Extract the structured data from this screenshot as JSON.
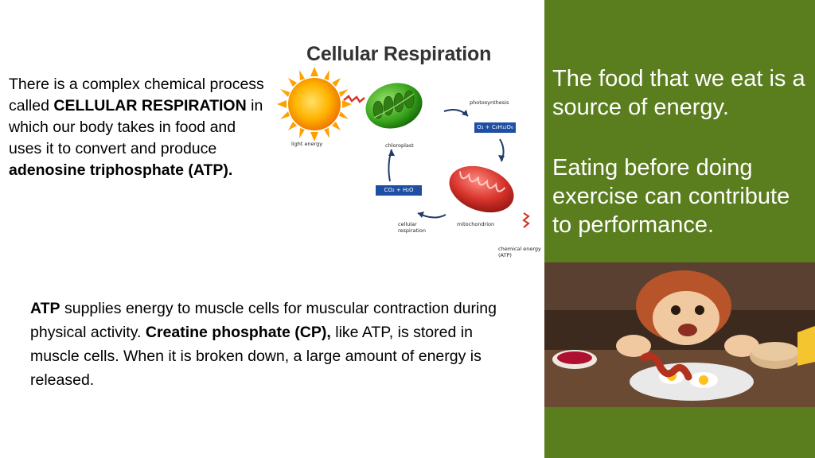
{
  "intro": {
    "t1": "There is a complex chemical process called ",
    "b1": "CELLULAR RESPIRATION",
    "t2": " in which our body takes in food and uses it to convert and produce ",
    "b2": "adenosine triphosphate (ATP)."
  },
  "diagram": {
    "title": "Cellular Respiration",
    "light_energy": "light energy",
    "chloroplast": "chloroplast",
    "photosynthesis": "photosynthesis",
    "glucose_formula": "O₂ + C₆H₁₂O₆",
    "water_formula": "CO₂ + H₂O",
    "mitochondrion": "mitochondrion",
    "cellular_respiration": "cellular respiration",
    "chemical_energy": "chemical energy (ATP)"
  },
  "atp": {
    "b1": "ATP",
    "t1": " supplies energy to muscle cells for muscular contraction during physical activity. ",
    "b2": "Creatine phosphate (CP),",
    "t2": " like ATP, is stored in muscle cells. When it is broken down, a large amount of energy is released."
  },
  "panel": {
    "p1": "The food that we eat is a source of energy.",
    "p2": "Eating before doing exercise can contribute to performance."
  },
  "colors": {
    "panel_green": "#5a7d1e",
    "formula_blue": "#1e4fa3"
  }
}
